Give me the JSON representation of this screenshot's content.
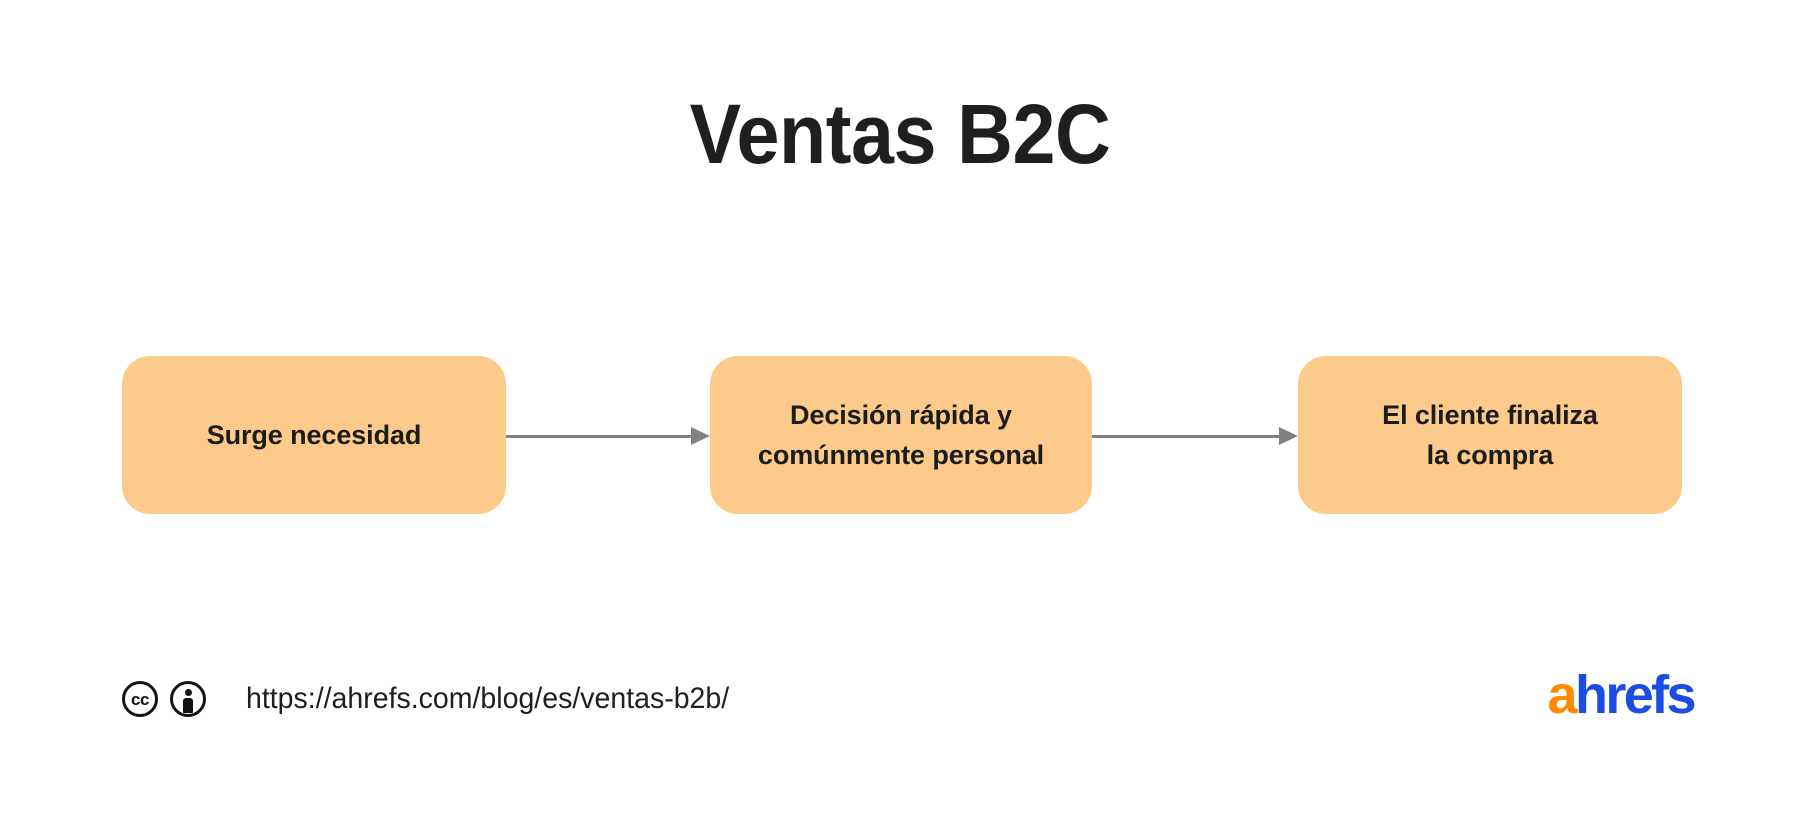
{
  "title": "Ventas B2C",
  "diagram": {
    "type": "flow",
    "orientation": "horizontal",
    "node_fill": "#FCCA8B",
    "text_color": "#1C1C1C",
    "arrow_color": "#808080",
    "nodes": [
      {
        "id": "node-0",
        "label": "Surge necesidad"
      },
      {
        "id": "node-1",
        "label": "Decisión rápida y\ncomúnmente personal"
      },
      {
        "id": "node-2",
        "label": "El cliente finaliza\nla compra"
      }
    ],
    "arrows": [
      {
        "id": "arrow-0",
        "from": "node-0",
        "to": "node-1"
      },
      {
        "id": "arrow-1",
        "from": "node-1",
        "to": "node-2"
      }
    ]
  },
  "footer": {
    "license_icons": [
      "cc-icon",
      "cc-by-icon"
    ],
    "cc_text": "cc",
    "url": "https://ahrefs.com/blog/es/ventas-b2b/",
    "brand": {
      "first": "a",
      "rest": "hrefs",
      "accent_color": "#FF8A00",
      "brand_color": "#1B4DE4"
    }
  }
}
